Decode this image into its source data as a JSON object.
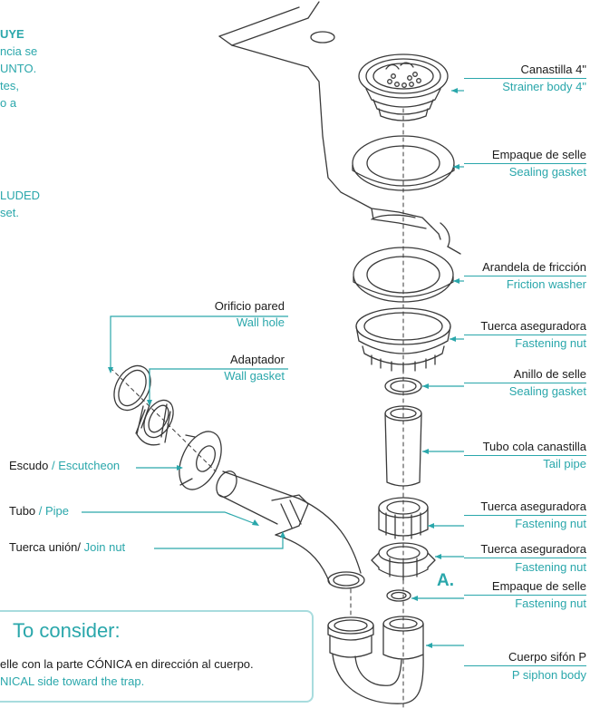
{
  "colors": {
    "accent": "#2aa7ab",
    "text": "#1b1b1b",
    "line": "#3a3a3a",
    "box_border": "#a8dcde"
  },
  "intro_notes": {
    "line1": "UYE",
    "line2": "ncia se",
    "line3": "UNTO.",
    "line4": "tes,",
    "line5": "o a",
    "line6": "LUDED",
    "line7": "set."
  },
  "labels": {
    "canastilla": {
      "es": "Canastilla 4\"",
      "en": "Strainer body 4\""
    },
    "empaque_selle": {
      "es": "Empaque de selle",
      "en": "Sealing gasket"
    },
    "arandela": {
      "es": "Arandela de fricción",
      "en": "Friction washer"
    },
    "tuerca1": {
      "es": "Tuerca aseguradora",
      "en": "Fastening nut"
    },
    "anillo": {
      "es": "Anillo de selle",
      "en": "Sealing gasket"
    },
    "tubo_cola": {
      "es": "Tubo cola canastilla",
      "en": "Tail pipe"
    },
    "tuerca2": {
      "es": "Tuerca aseguradora",
      "en": "Fastening nut"
    },
    "tuerca3": {
      "es": "Tuerca aseguradora",
      "en": "Fastening nut"
    },
    "empaque_a": {
      "es": "Empaque de selle",
      "en": "Fastening nut"
    },
    "cuerpo": {
      "es": "Cuerpo sifón P",
      "en": "P siphon body"
    },
    "orificio": {
      "es": "Orificio pared",
      "en": "Wall hole"
    },
    "adaptador": {
      "es": "Adaptador",
      "en": "Wall gasket"
    },
    "escudo": {
      "es": "Escudo",
      "sep": " / ",
      "en": "Escutcheon"
    },
    "tubo": {
      "es": "Tubo",
      "sep": " / ",
      "en": "Pipe"
    },
    "tuerca_union": {
      "es": "Tuerca unión/",
      "sep": " ",
      "en": "Join nut"
    }
  },
  "marker_a": "A.",
  "consider": {
    "title": "To consider:",
    "line_es": "elle con la parte CÓNICA en dirección al cuerpo.",
    "line_en": "NICAL side toward the trap."
  }
}
